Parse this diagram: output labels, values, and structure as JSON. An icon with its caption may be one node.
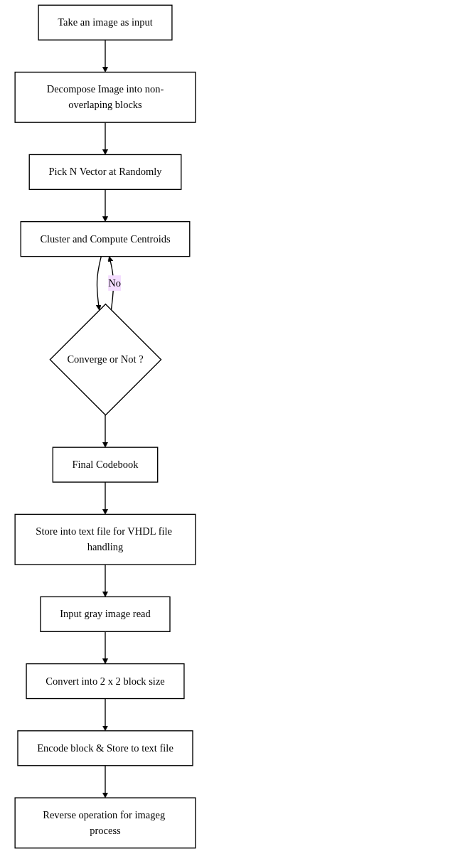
{
  "diagram": {
    "nodes": [
      {
        "text": [
          "Take an image as input"
        ]
      },
      {
        "text": [
          "Decompose Image into non-overlaping blocks"
        ]
      },
      {
        "text": [
          "Pick N Vector at Randomly"
        ]
      },
      {
        "text": [
          "Cluster and Compute Centroids"
        ]
      },
      {
        "text": [
          "Converge or Not ?"
        ]
      },
      {
        "text": [
          "Final Codebook"
        ]
      },
      {
        "text": [
          "Store into text file for VHDL file handling"
        ]
      },
      {
        "text": [
          "Input gray image read"
        ]
      },
      {
        "text": [
          "Convert into 2 x 2 block size"
        ]
      },
      {
        "text": [
          "Encode block & Store to text file"
        ]
      },
      {
        "text": [
          "Reverse operation for imageg process"
        ]
      }
    ],
    "edges": [
      {
        "from": 0,
        "to": 1,
        "arrow": "to"
      },
      {
        "from": 1,
        "to": 2,
        "arrow": "to"
      },
      {
        "from": 2,
        "to": 3,
        "arrow": "to"
      },
      {
        "from": 3,
        "to": 4,
        "arrow": "to"
      },
      {
        "from": 4,
        "to": 3,
        "arrow": "to",
        "label": "No"
      },
      {
        "from": 4,
        "to": 5,
        "arrow": "to"
      },
      {
        "from": 5,
        "to": 6,
        "arrow": "to"
      },
      {
        "from": 6,
        "to": 7,
        "arrow": "to"
      },
      {
        "from": 7,
        "to": 8,
        "arrow": "to"
      },
      {
        "from": 8,
        "to": 9,
        "arrow": "to"
      },
      {
        "from": 9,
        "to": 10,
        "arrow": "to"
      }
    ]
  }
}
